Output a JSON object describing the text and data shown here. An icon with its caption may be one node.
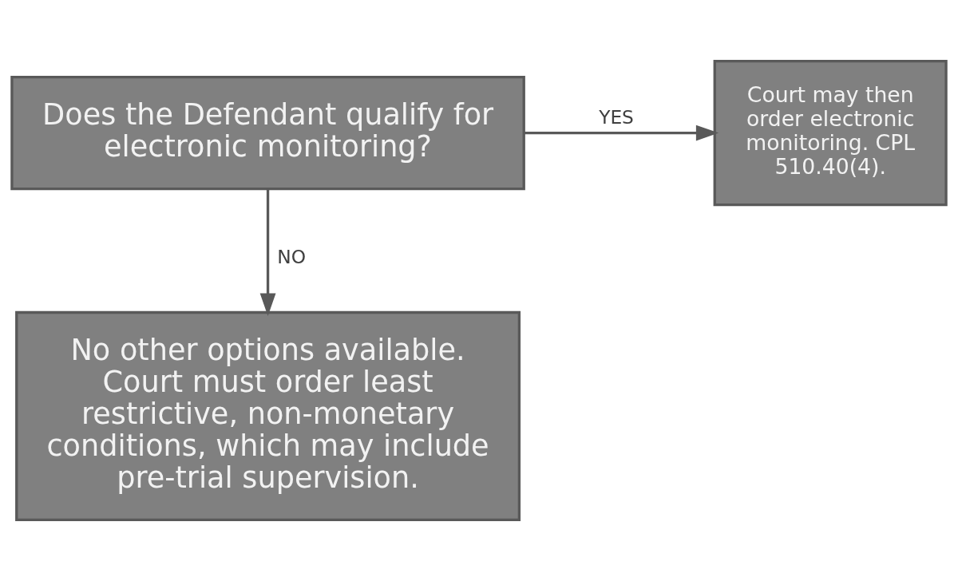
{
  "diagram": {
    "nodes": [
      {
        "text": [
          "Does the Defendant qualify for electronic monitoring?"
        ]
      },
      {
        "text": [
          "Court may then order electronic monitoring. CPL 510.40(4)."
        ]
      },
      {
        "text": [
          "No other options available. Court must order least restrictive, non-monetary conditions, which may include pre-trial supervision."
        ]
      }
    ],
    "edges": [
      {
        "from": 0,
        "to": 1,
        "arrow": "to",
        "label": "YES"
      },
      {
        "from": 0,
        "to": 2,
        "arrow": "to",
        "label": "NO"
      }
    ]
  }
}
